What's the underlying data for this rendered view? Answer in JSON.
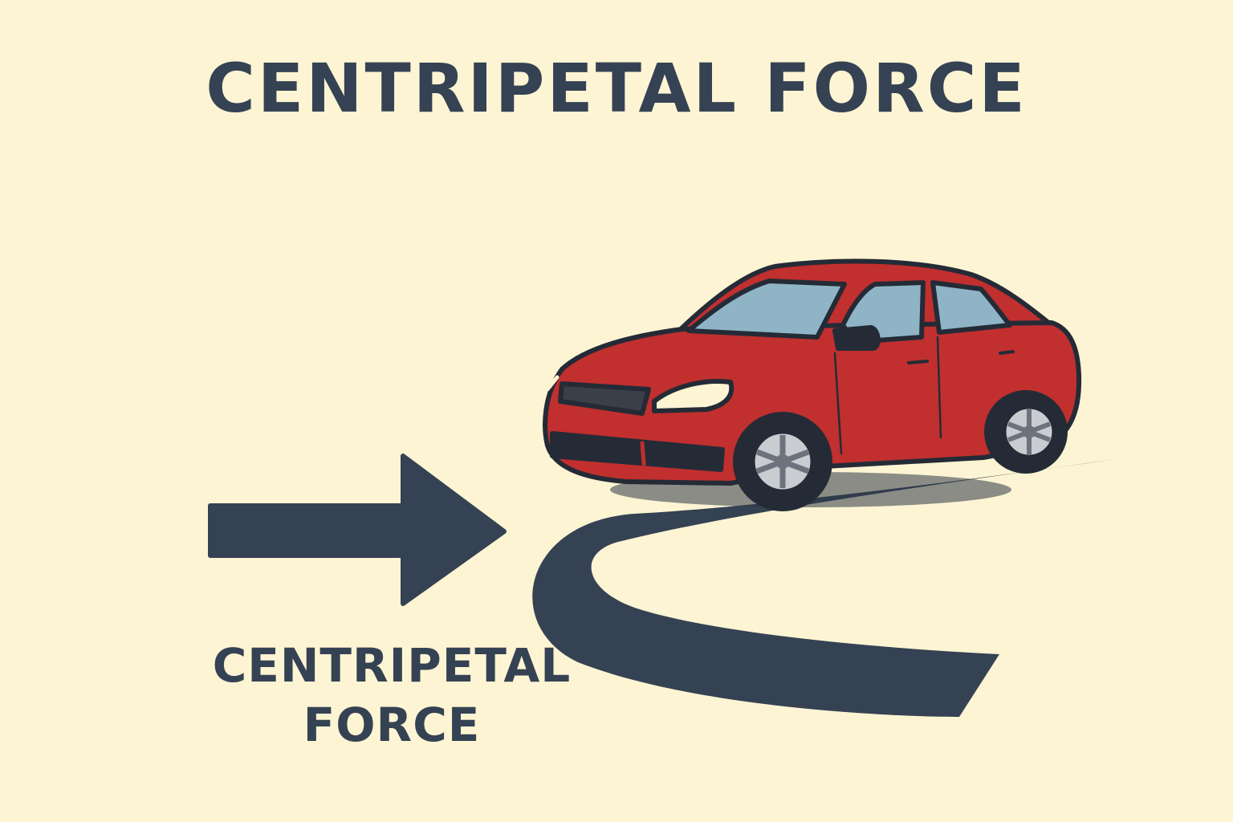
{
  "diagram": {
    "title": "CENTRIPETAL FORCE",
    "force_label": {
      "line1": "CENTRIPETAL",
      "line2": "FORCE"
    },
    "colors": {
      "background": "#fdf4d3",
      "ink": "#354253",
      "car_body": "#c12f2f",
      "window": "#8fb4c6"
    },
    "icons": {
      "arrow": "right-arrow",
      "vehicle": "red-sedan",
      "path": "curved-road"
    }
  }
}
